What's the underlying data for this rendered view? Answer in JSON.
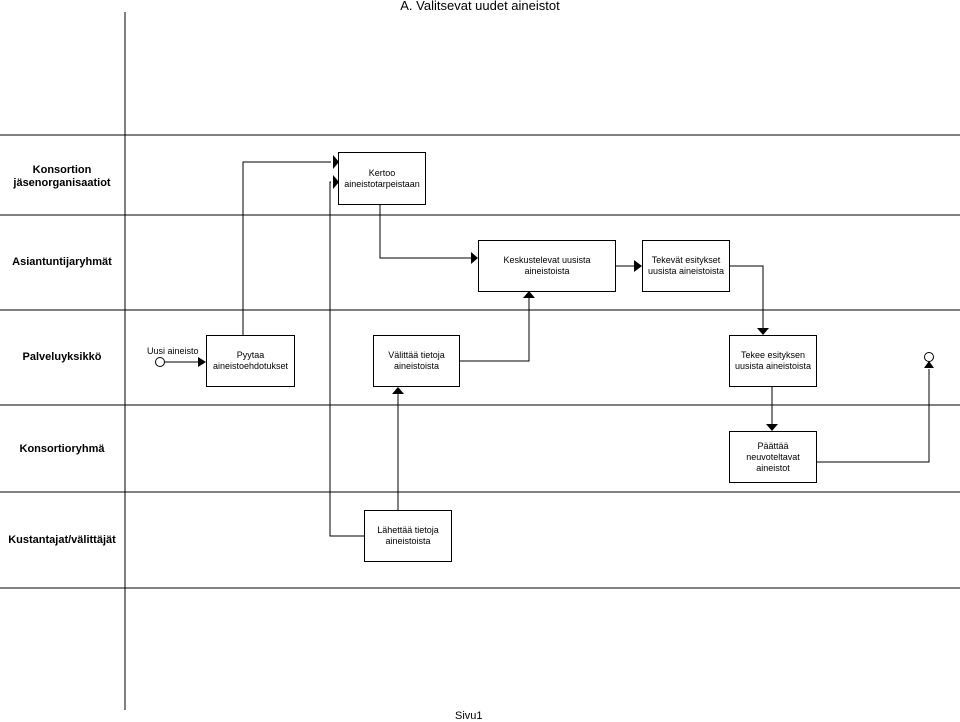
{
  "title": "A. Valitsevat uudet aineistot",
  "lanes": [
    {
      "label": "Konsortion\njäsenorganisaatiot"
    },
    {
      "label": "Asiantuntijaryhmät"
    },
    {
      "label": "Palveluyksikkö"
    },
    {
      "label": "Konsortioryhmä"
    },
    {
      "label": "Kustantajat/välittäjät"
    }
  ],
  "steps": {
    "kertoo": "Kertoo\naineistotarpeistaan",
    "keskustelevat": "Keskustelevat uusista aineistoista",
    "tekevat": "Tekevät esitykset\nuusista aineistoista",
    "pyytaa": "Pyytaa\naineistoehdotukset",
    "valittaa": "Välittää tietoja\naineistoista",
    "tekee": "Tekee esityksen\nuusista aineistoista",
    "paattaa": "Päättää neuvoteltavat\naineistot",
    "lahettaa": "Lähettää tietoja\naineistoista"
  },
  "start_label": "Uusi aineisto",
  "footer": "Sivu1"
}
